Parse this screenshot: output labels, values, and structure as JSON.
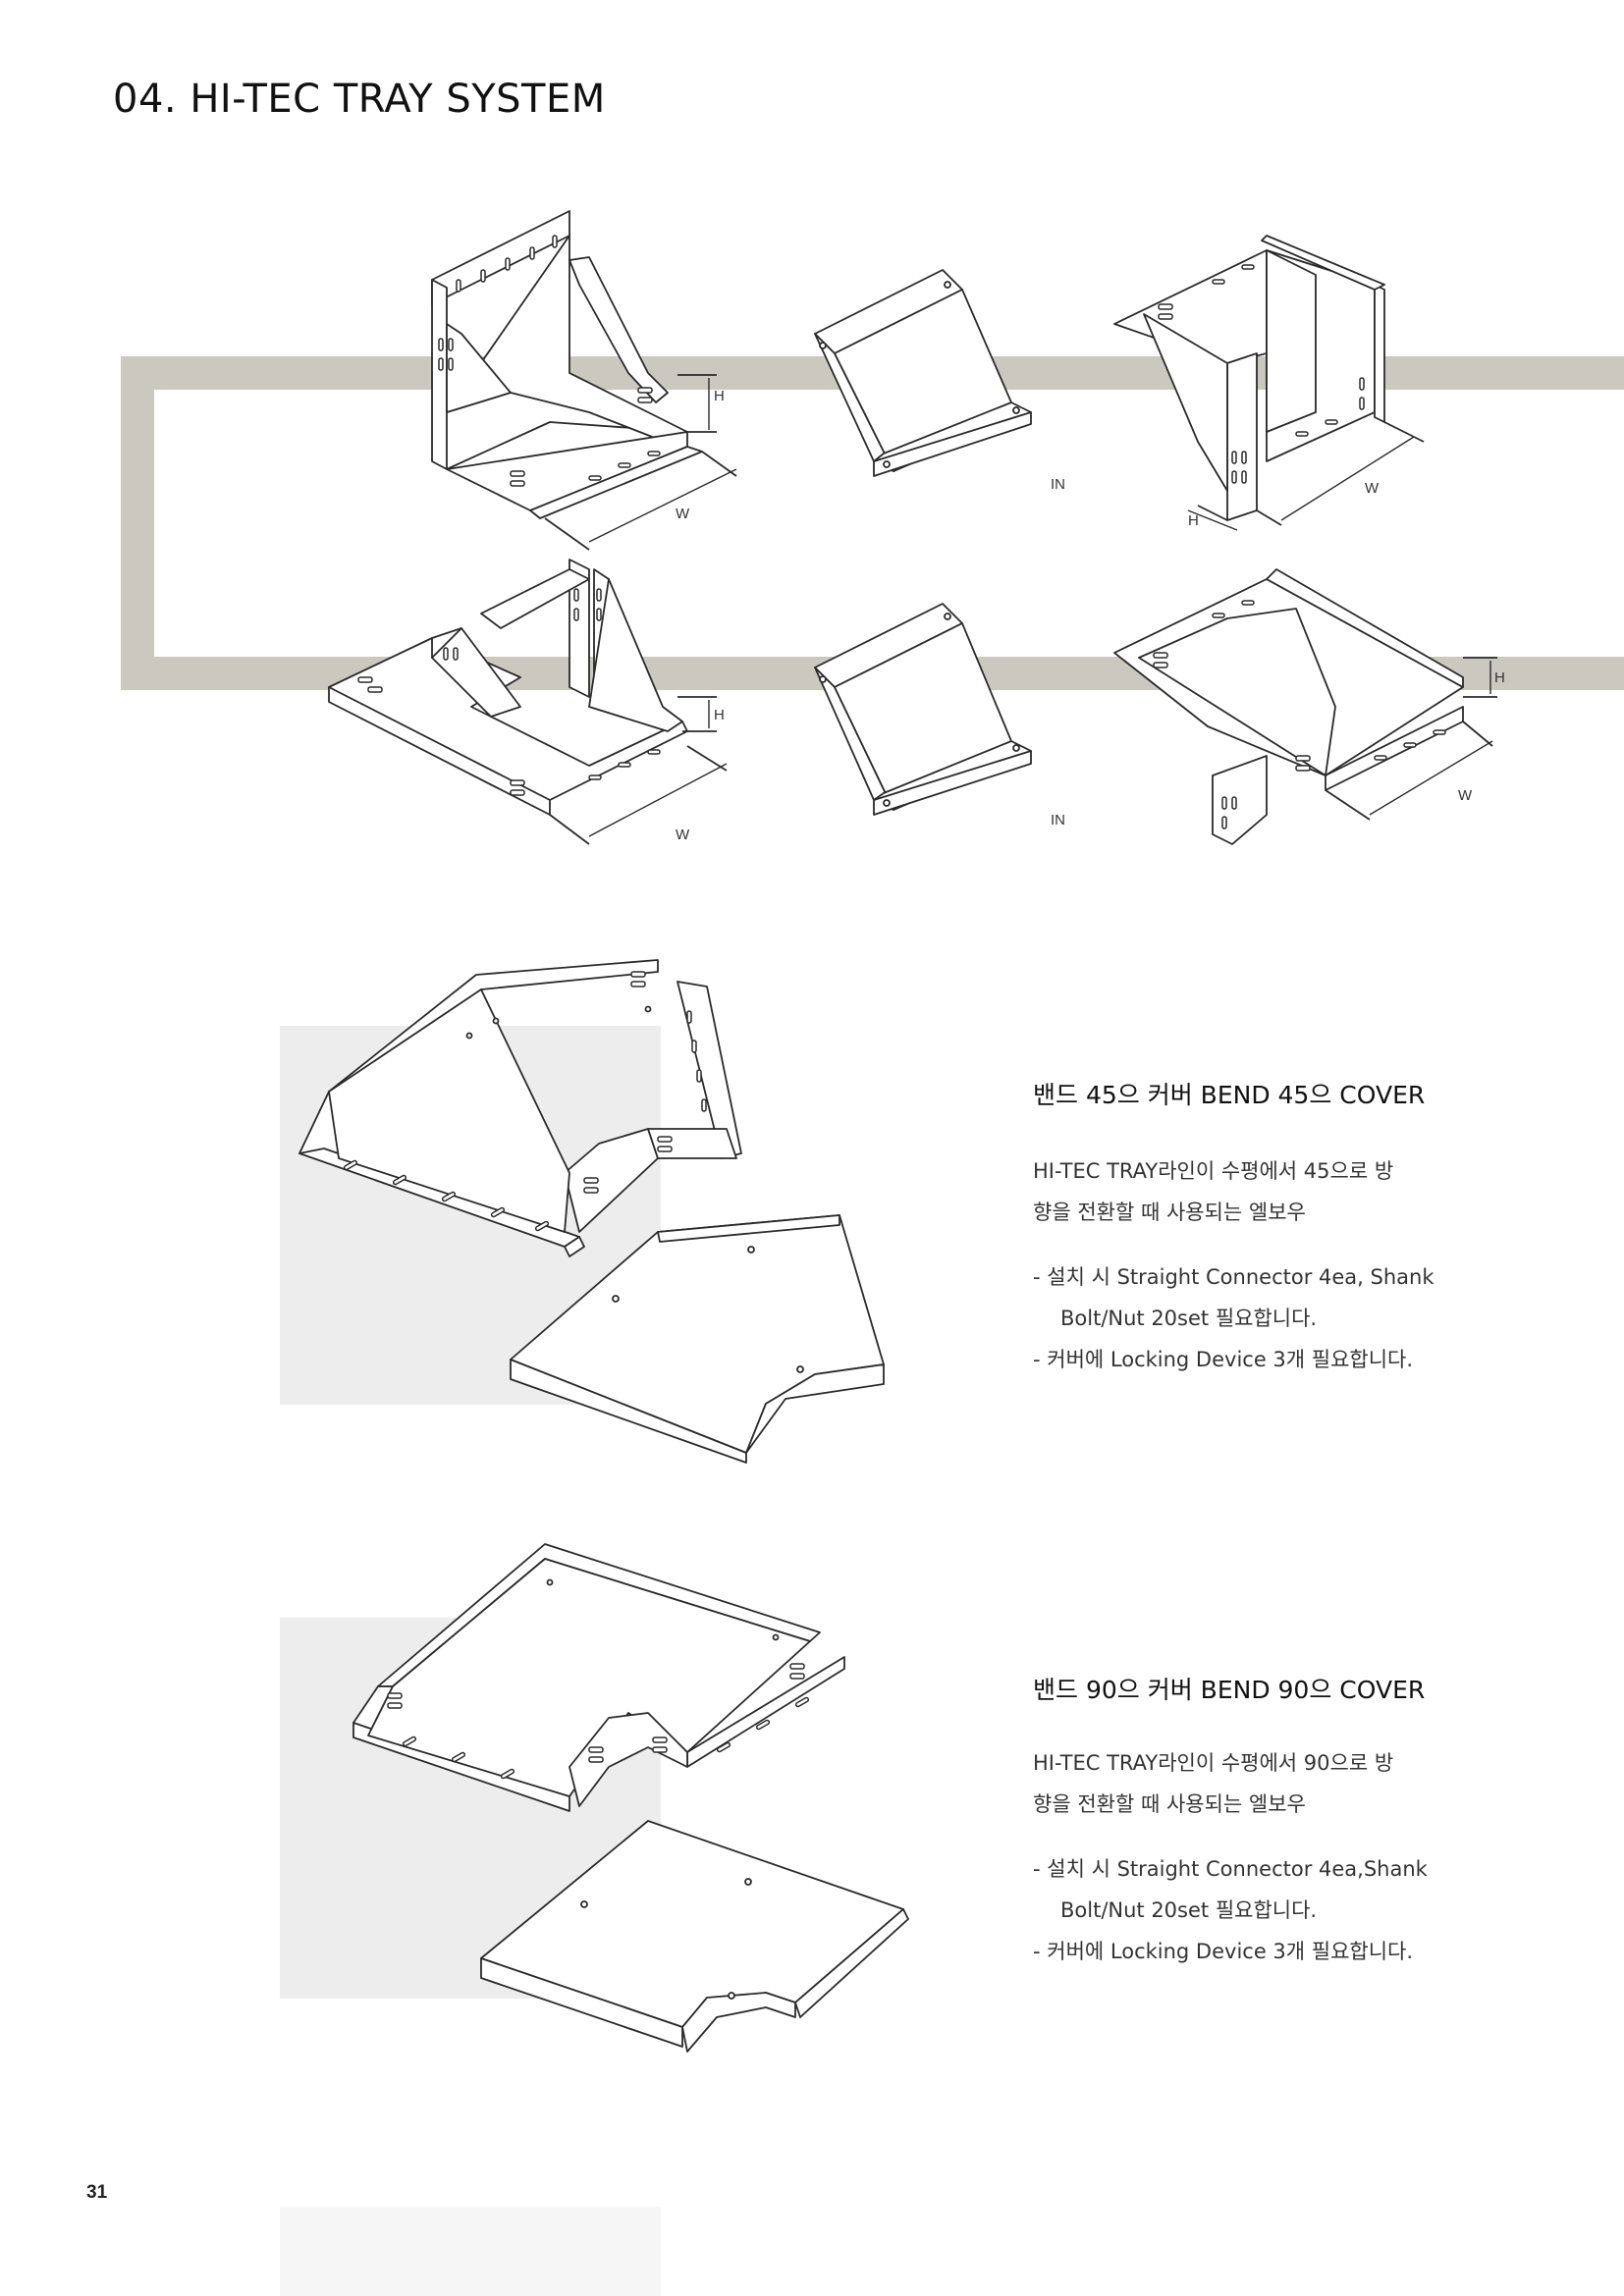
{
  "page": {
    "title": "04. HI-TEC TRAY SYSTEM",
    "page_number": "31"
  },
  "diagram_labels": {
    "height": "H",
    "width": "W",
    "inside": "IN"
  },
  "sections": [
    {
      "heading": "밴드 45",
      "heading_deg": "으",
      "heading_mid": " 커버 BEND 45",
      "heading_deg2": "으",
      "heading_end": " COVER",
      "desc_line1": "HI-TEC TRAY라인이 수평에서 45으로 방",
      "desc_line2": "향을 전환할 때 사용되는 엘보우",
      "bullet1_line1": "- 설치 시 Straight Connector 4ea, Shank",
      "bullet1_line2": "Bolt/Nut 20set 필요합니다.",
      "bullet2": "- 커버에 Locking Device 3개 필요합니다."
    },
    {
      "heading": "밴드 90",
      "heading_deg": "으",
      "heading_mid": " 커버 BEND 90",
      "heading_deg2": "으",
      "heading_end": " COVER",
      "desc_line1": "HI-TEC TRAY라인이 수평에서 90으로 방",
      "desc_line2": "향을 전환할 때 사용되는 엘보우",
      "bullet1_line1": "- 설치 시 Straight Connector 4ea,Shank",
      "bullet1_line2": "Bolt/Nut 20set 필요합니다.",
      "bullet2": "- 커버에 Locking Device 3개 필요합니다."
    }
  ],
  "colors": {
    "band": "#cbc8c0",
    "shade": "#ededed",
    "line": "#2a2a2a"
  }
}
